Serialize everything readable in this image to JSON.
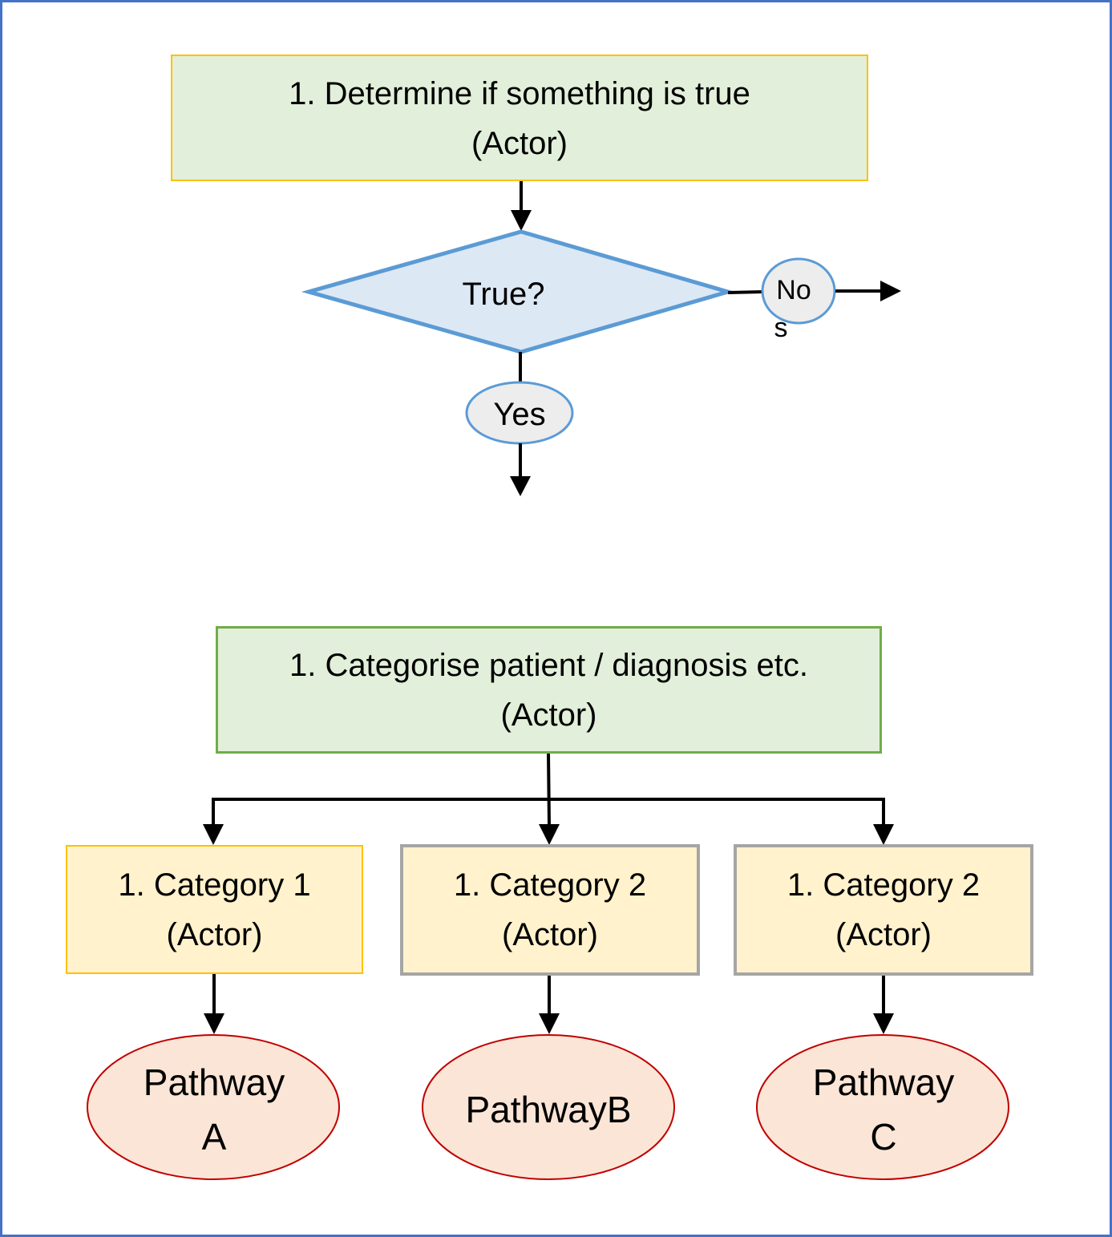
{
  "diagram": {
    "colors": {
      "frame_border": "#4472c4",
      "process_fill": "#e2efda",
      "process1_border": "#ffc000",
      "process2_border": "#70ad47",
      "decision_fill": "#dde8f5",
      "decision_border": "#5b9bd5",
      "connector_fill": "#ededed",
      "connector_border": "#5b9bd5",
      "category_fill": "#fff2cc",
      "category1_border": "#ffc000",
      "category_grey_border": "#a5a5a5",
      "pathway_fill": "#fbe5d6",
      "pathway_border": "#c00000",
      "arrow": "#000000"
    },
    "top": {
      "process": {
        "line1": "1. Determine if something is true",
        "line2": "(Actor)"
      },
      "decision": {
        "label": "True?"
      },
      "yes_connector": {
        "label": "Yes"
      },
      "no_connector": {
        "label": "No",
        "overflow": "s"
      }
    },
    "bottom": {
      "process": {
        "line1": "1. Categorise patient / diagnosis etc.",
        "line2": "(Actor)"
      },
      "categories": [
        {
          "line1": "1. Category 1",
          "line2": "(Actor)"
        },
        {
          "line1": "1. Category 2",
          "line2": "(Actor)"
        },
        {
          "line1": "1. Category 2",
          "line2": "(Actor)"
        }
      ],
      "pathways": [
        {
          "line1": "Pathway",
          "line2": "A"
        },
        {
          "line1": "PathwayB",
          "line2": ""
        },
        {
          "line1": "Pathway",
          "line2": "C"
        }
      ]
    }
  }
}
